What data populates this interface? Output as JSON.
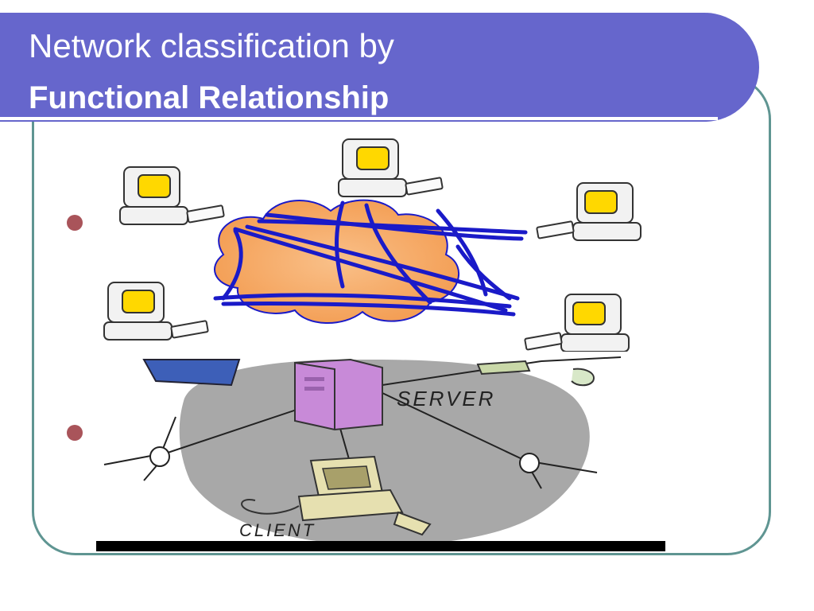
{
  "title": {
    "line1": "Network classification by",
    "line2": "Functional Relationship"
  },
  "bullets": [
    {
      "icon": "bullet-dot"
    },
    {
      "icon": "bullet-dot"
    }
  ],
  "illustrations": {
    "peer_to_peer": {
      "icon": "peer-to-peer-network-illustration",
      "workstations": 5
    },
    "client_server": {
      "icon": "client-server-network-illustration",
      "server_label": "SERVER",
      "client_label": "CLIENT"
    }
  },
  "colors": {
    "title_banner": "#6666cc",
    "frame_border": "#5f9592",
    "bullet": "#a9545a",
    "cloud": "#f6a35a",
    "network_lines": "#1a1ac8",
    "server_tower": "#c88ad8"
  }
}
